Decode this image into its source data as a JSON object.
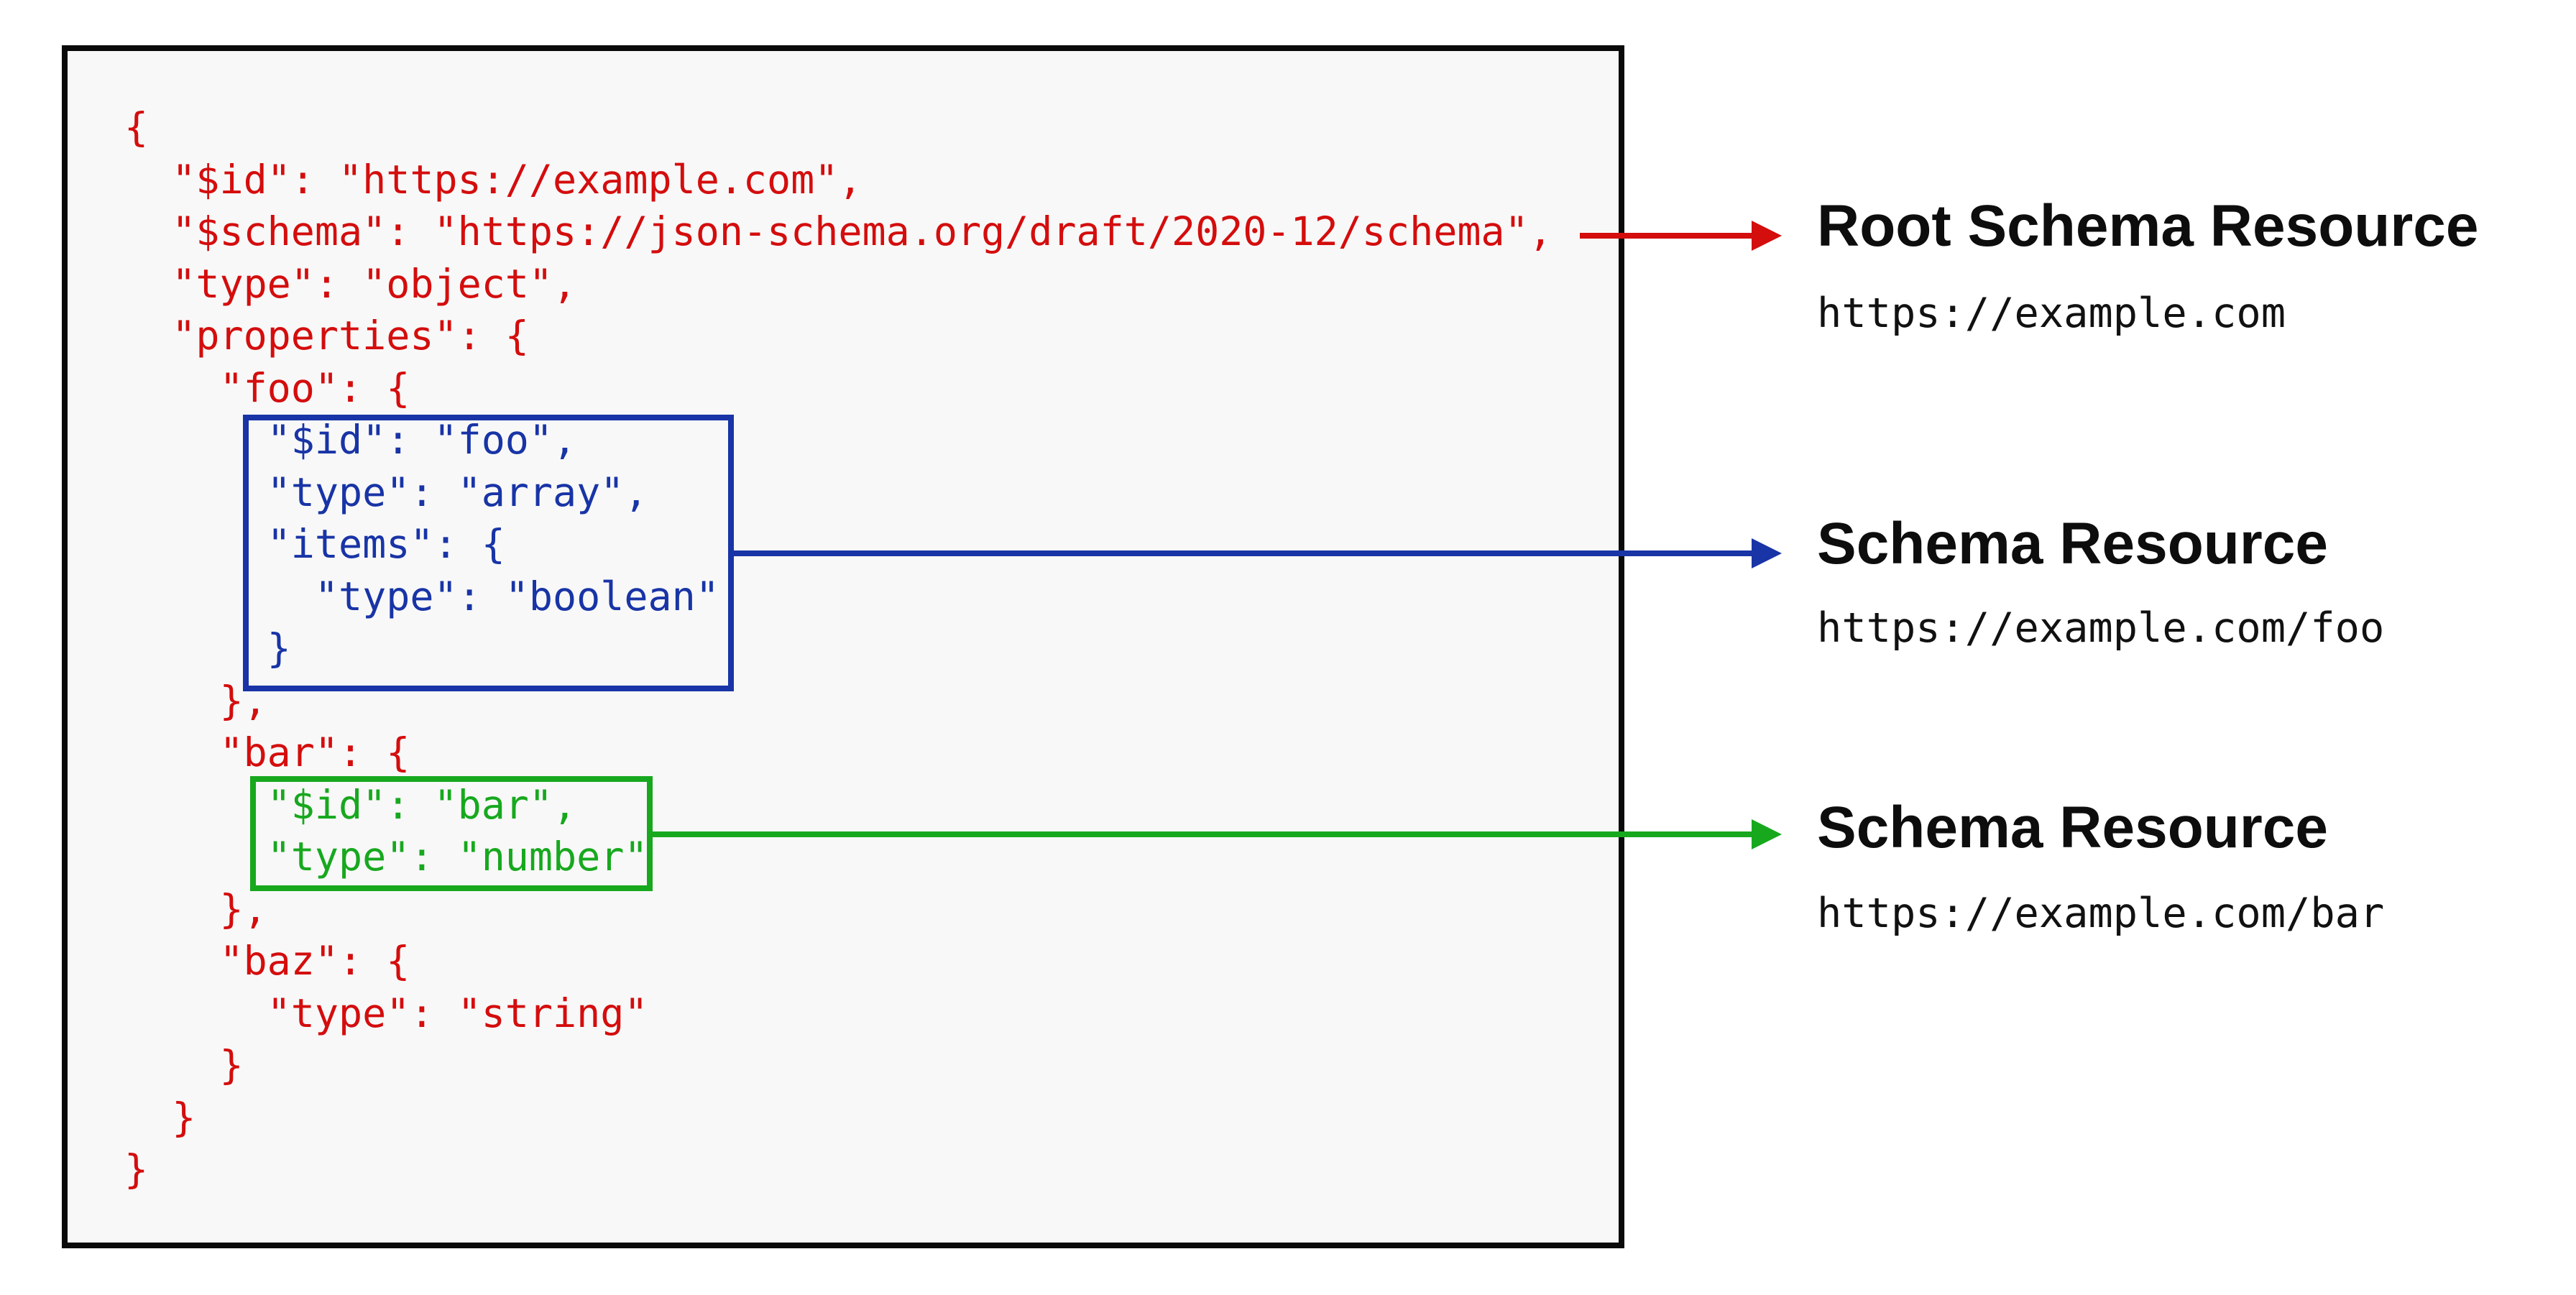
{
  "code": {
    "lines": [
      {
        "t": "{",
        "c": "red"
      },
      {
        "t": "  \"$id\": \"https://example.com\",",
        "c": "red"
      },
      {
        "t": "  \"$schema\": \"https://json-schema.org/draft/2020-12/schema\",",
        "c": "red"
      },
      {
        "t": "  \"type\": \"object\",",
        "c": "red"
      },
      {
        "t": "  \"properties\": {",
        "c": "red"
      },
      {
        "t": "    \"foo\": {",
        "c": "red"
      },
      {
        "t": "      \"$id\": \"foo\",",
        "c": "blue"
      },
      {
        "t": "      \"type\": \"array\",",
        "c": "blue"
      },
      {
        "t": "      \"items\": {",
        "c": "blue"
      },
      {
        "t": "        \"type\": \"boolean\"",
        "c": "blue"
      },
      {
        "t": "      }",
        "c": "blue"
      },
      {
        "t": "    },",
        "c": "red"
      },
      {
        "t": "    \"bar\": {",
        "c": "red"
      },
      {
        "t": "      \"$id\": \"bar\",",
        "c": "green"
      },
      {
        "t": "      \"type\": \"number\"",
        "c": "green"
      },
      {
        "t": "    },",
        "c": "red"
      },
      {
        "t": "    \"baz\": {",
        "c": "red"
      },
      {
        "t": "      \"type\": \"string\"",
        "c": "red"
      },
      {
        "t": "    }",
        "c": "red"
      },
      {
        "t": "  }",
        "c": "red"
      },
      {
        "t": "}",
        "c": "red"
      }
    ]
  },
  "annotations": {
    "root": {
      "title": "Root Schema Resource",
      "url": "https://example.com"
    },
    "foo": {
      "title": "Schema Resource",
      "url": "https://example.com/foo"
    },
    "bar": {
      "title": "Schema Resource",
      "url": "https://example.com/bar"
    }
  },
  "colors": {
    "red": "#d40d0d",
    "blue": "#1834a6",
    "green": "#17a81e",
    "panel_bg": "#f8f8f8",
    "panel_border": "#0a0a0a",
    "label_text": "#0d0d0d"
  }
}
